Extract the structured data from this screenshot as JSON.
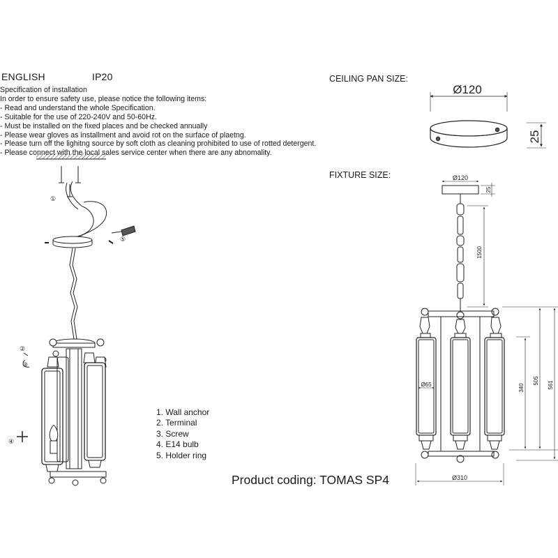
{
  "header": {
    "language": "ENGLISH",
    "ip_rating": "IP20",
    "ceiling_pan_title": "CEILING PAN  SIZE:",
    "fixture_title": "FIXTURE SIZE:"
  },
  "specification": {
    "title": "Specification of installation",
    "intro": "In order to ensure safety use, please notice the following items:",
    "items": [
      "- Read and understand the whole Specification.",
      "- Suitable for the use of 220-240V and 50-60Hz.",
      "- Must be installed on the fixed places and be checked annually",
      "- Please wear gloves as installment and avoid rot on the surface of plaetng.",
      "- Please turn off the lighitng source by soft cloth as cleaning prohibited to use of rotted detergent.",
      "- Please connect with the local sales service center when there are any abnomality."
    ]
  },
  "parts": [
    "1. Wall anchor",
    "2. Terminal",
    "3. Screw",
    "4. E14 bulb",
    "5. Holder ring"
  ],
  "ceiling_pan": {
    "diameter_label": "Ø120",
    "height_label": "25"
  },
  "fixture": {
    "pan_diameter_label": "Ø120",
    "pan_height_label": "25",
    "chain_length_label": "1500",
    "shade_diameter_label": "Ø65",
    "dim_340": "340",
    "dim_505": "505",
    "dim_561": "561",
    "width_label": "Ø310"
  },
  "callouts": [
    "①",
    "②",
    "③",
    "④",
    "⑤"
  ],
  "product_coding": "Product coding: TOMAS SP4"
}
